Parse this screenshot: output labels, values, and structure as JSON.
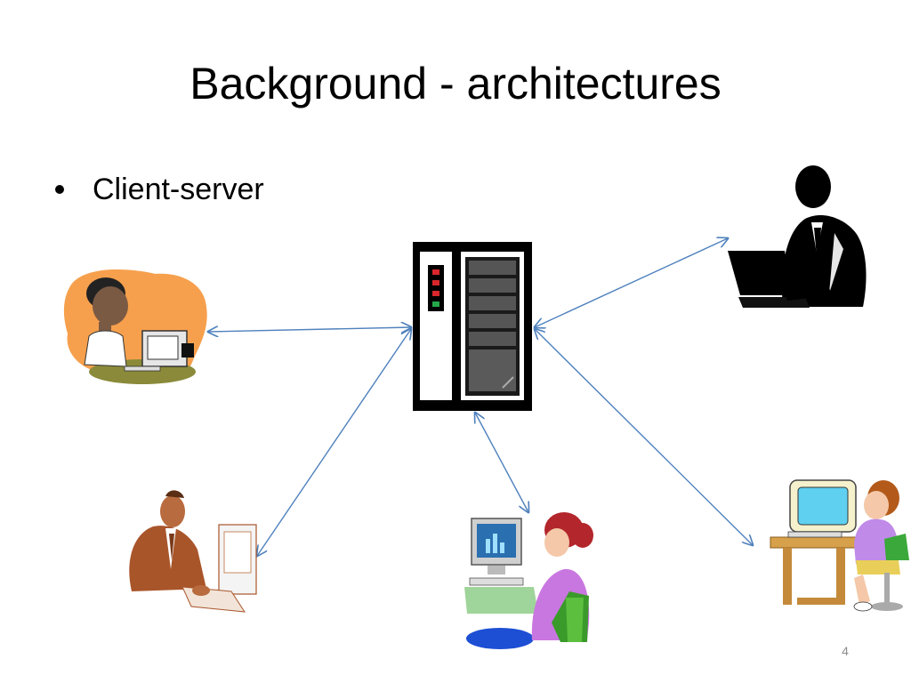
{
  "slide": {
    "title": "Background - architectures",
    "bullets": [
      "Client-server"
    ],
    "page_number": "4"
  },
  "diagram": {
    "center": "server",
    "nodes": [
      {
        "id": "server",
        "icon": "server-tower-icon"
      },
      {
        "id": "client-left",
        "icon": "boy-at-computer-icon"
      },
      {
        "id": "client-top-right",
        "icon": "businessman-laptop-silhouette-icon"
      },
      {
        "id": "client-bottom-left",
        "icon": "man-at-computer-icon"
      },
      {
        "id": "client-bottom-center",
        "icon": "woman-at-computer-icon"
      },
      {
        "id": "client-bottom-right",
        "icon": "child-at-computer-icon"
      }
    ],
    "edges": [
      {
        "from": "server",
        "to": "client-left",
        "arrows": "both"
      },
      {
        "from": "server",
        "to": "client-top-right",
        "arrows": "both"
      },
      {
        "from": "server",
        "to": "client-bottom-left",
        "arrows": "both"
      },
      {
        "from": "server",
        "to": "client-bottom-center",
        "arrows": "both"
      },
      {
        "from": "server",
        "to": "client-bottom-right",
        "arrows": "both"
      }
    ],
    "colors": {
      "edge": "#4f81bd",
      "background": "#ffffff"
    }
  }
}
